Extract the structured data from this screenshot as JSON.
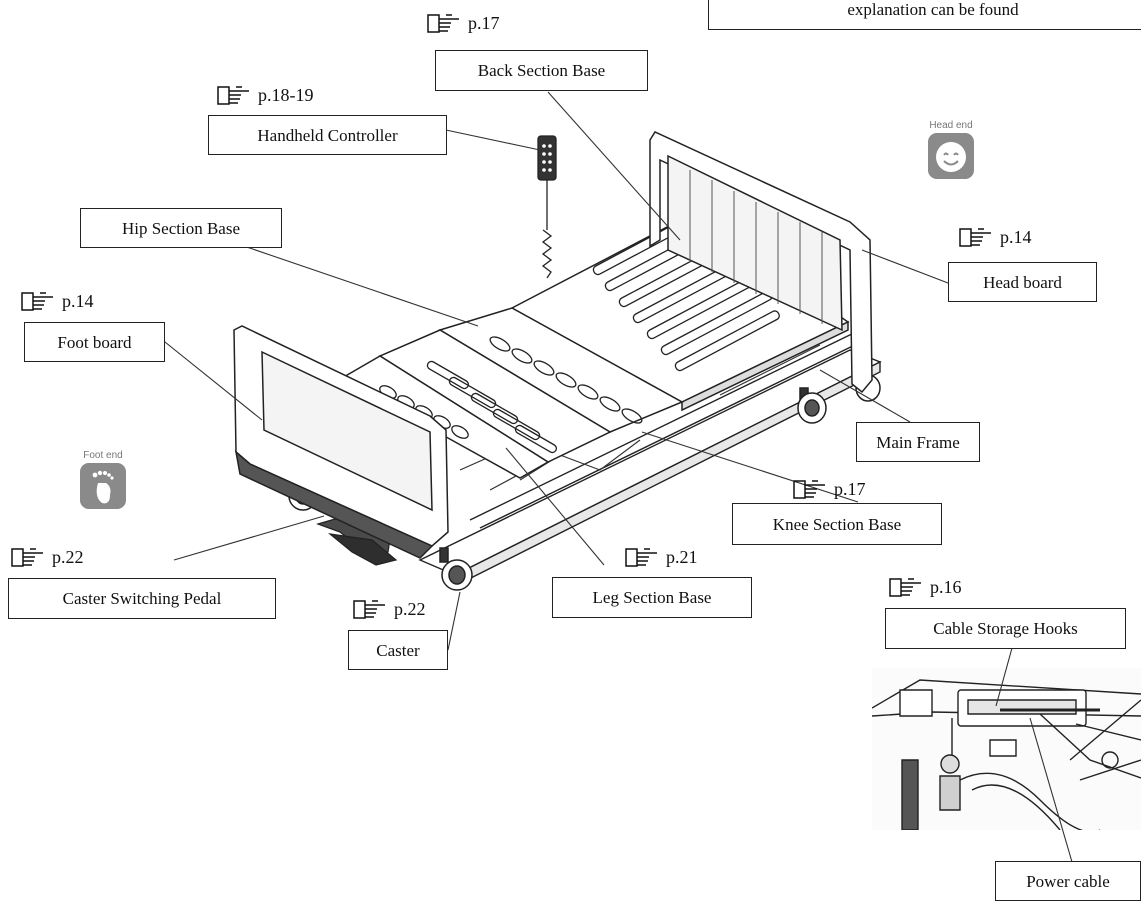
{
  "legend": {
    "text": "explanation can be found"
  },
  "icon_names": {
    "page_reference": "hand-pointer-icon",
    "head_end": "smiley-face-icon",
    "foot_end": "footprint-icon"
  },
  "badges": {
    "head_end": "Head end",
    "foot_end": "Foot end"
  },
  "labels": {
    "back_section_base": {
      "text": "Back Section Base",
      "page": "p.17"
    },
    "handheld_controller": {
      "text": "Handheld Controller",
      "page": "p.18-19"
    },
    "hip_section_base": {
      "text": "Hip Section Base"
    },
    "head_board": {
      "text": "Head board",
      "page": "p.14"
    },
    "foot_board": {
      "text": "Foot board",
      "page": "p.14"
    },
    "main_frame": {
      "text": "Main Frame"
    },
    "knee_section_base": {
      "text": "Knee Section Base",
      "page": "p.17"
    },
    "leg_section_base": {
      "text": "Leg Section Base",
      "page": "p.21"
    },
    "caster_switching_pedal": {
      "text": "Caster Switching Pedal",
      "page": "p.22"
    },
    "caster": {
      "text": "Caster",
      "page": "p.22"
    },
    "cable_storage_hooks": {
      "text": "Cable Storage Hooks",
      "page": "p.16"
    },
    "power_cable": {
      "text": "Power cable"
    }
  }
}
